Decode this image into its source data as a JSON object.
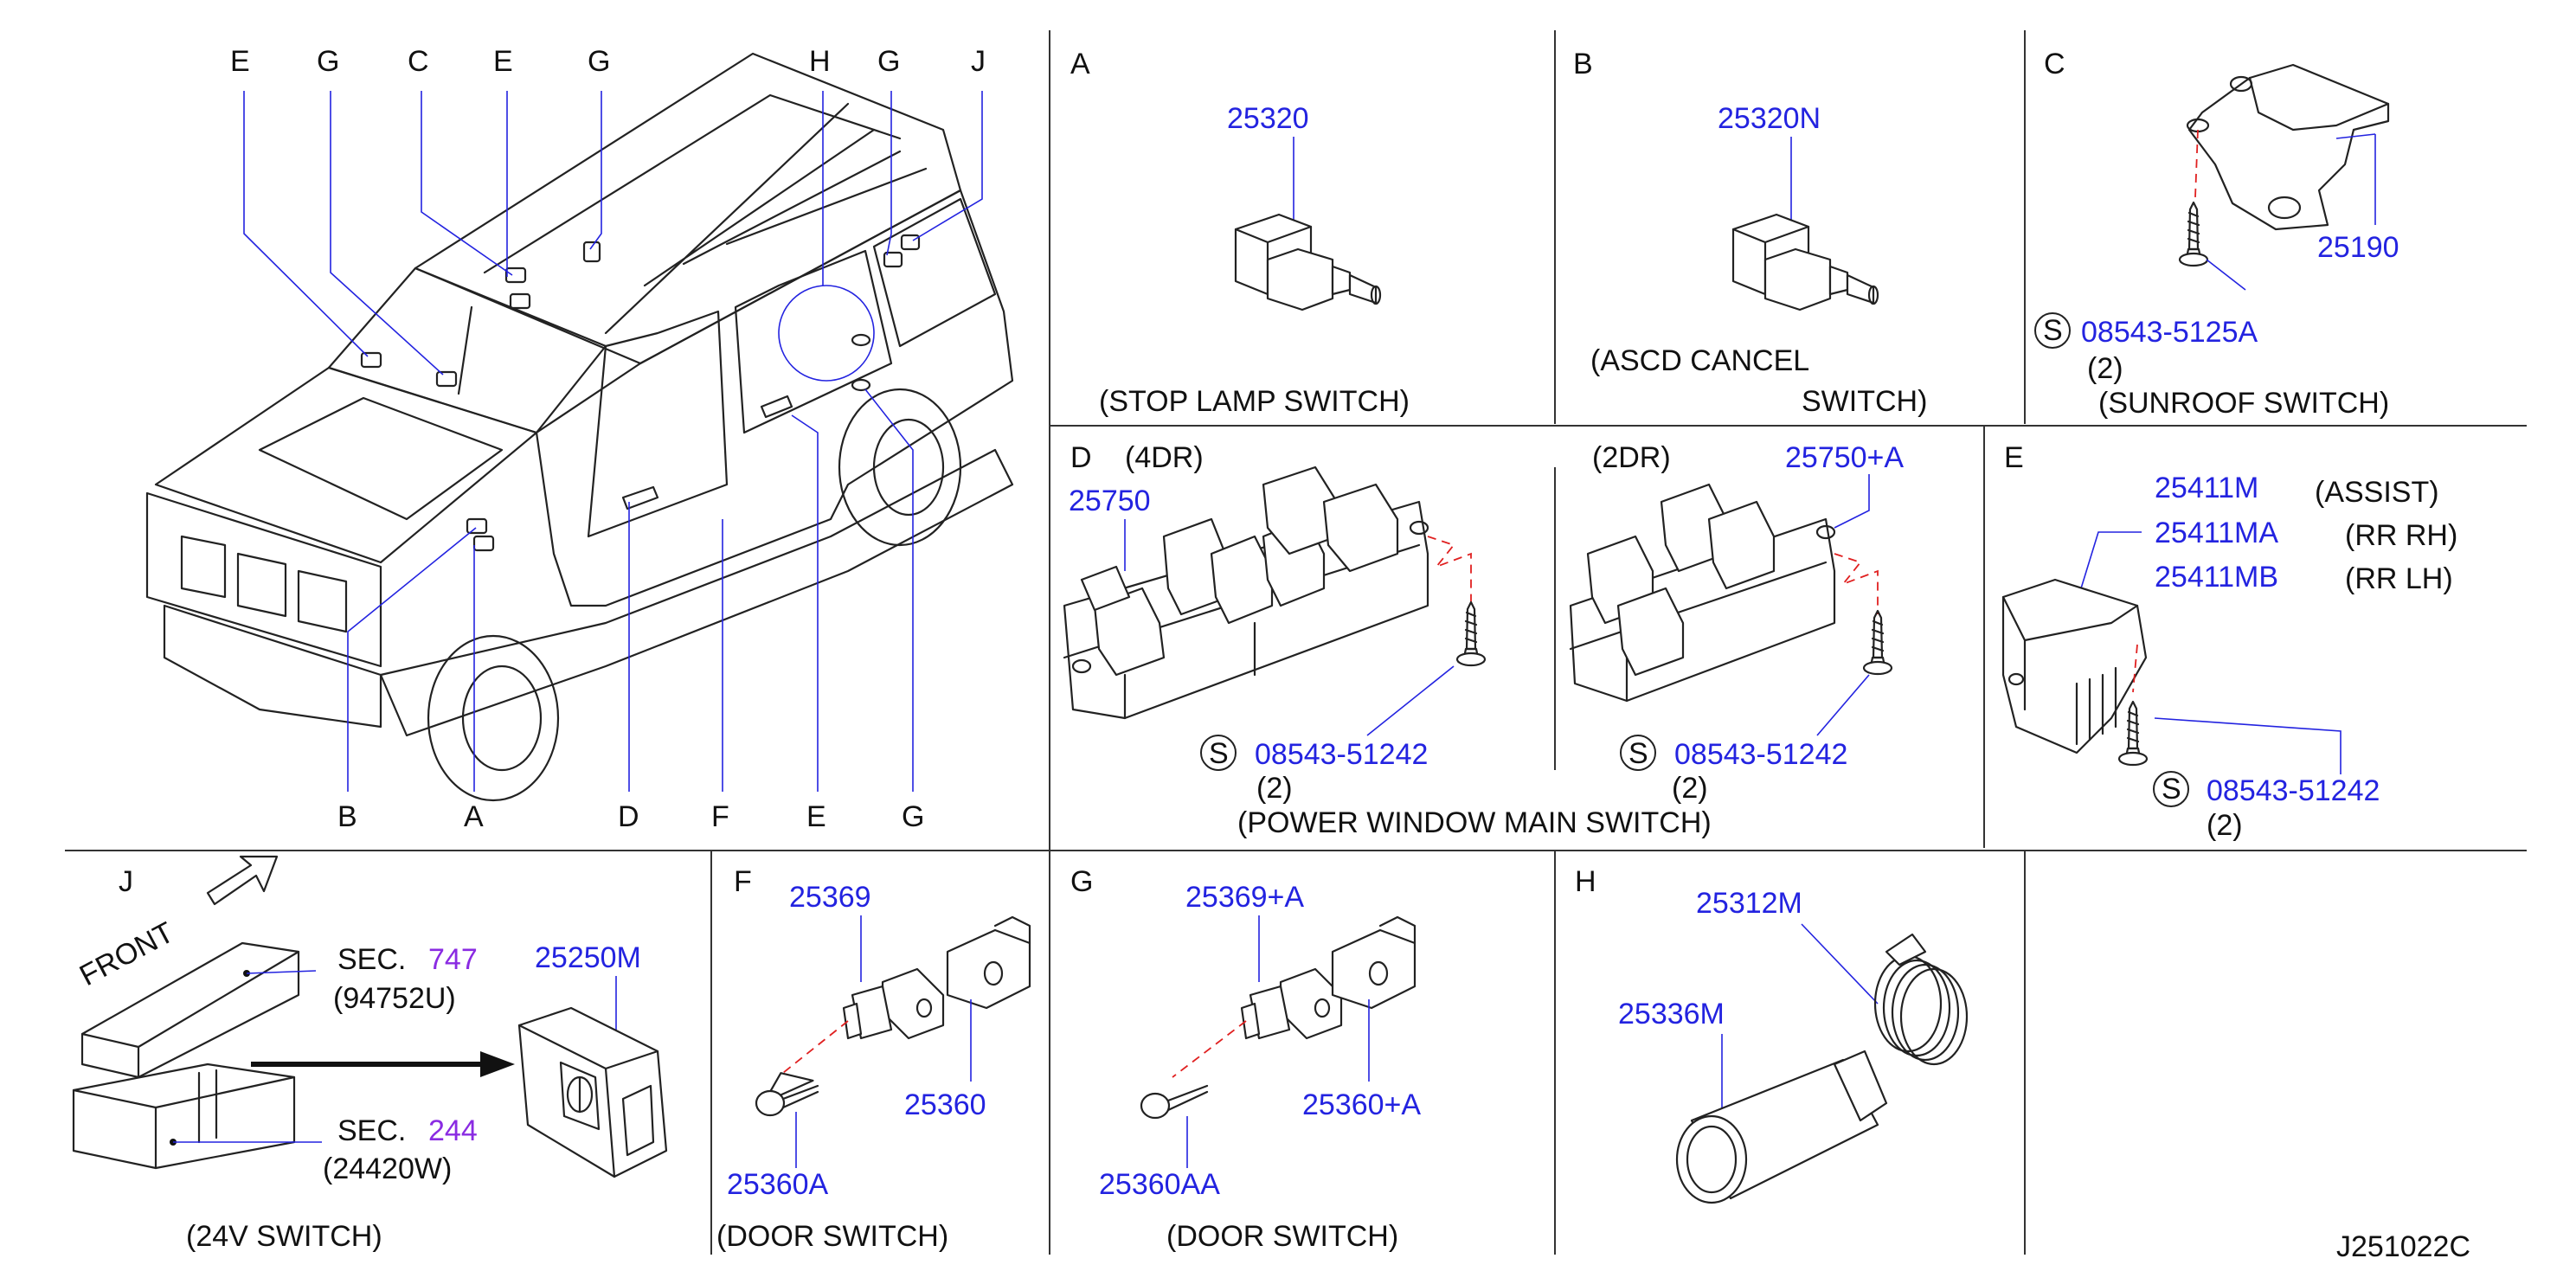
{
  "diagram_code": "J251022C",
  "panel_letters": {
    "A": "A",
    "B": "B",
    "C": "C",
    "D": "D",
    "E": "E",
    "F": "F",
    "G": "G",
    "H": "H",
    "J": "J"
  },
  "vehicle_callouts": {
    "top": [
      "E",
      "G",
      "C",
      "E",
      "G",
      "H",
      "G",
      "J"
    ],
    "bottom": [
      "B",
      "A",
      "D",
      "F",
      "E",
      "G"
    ]
  },
  "panels": {
    "A": {
      "part": "25320",
      "caption": "(STOP   LAMP   SWITCH)"
    },
    "B": {
      "part": "25320N",
      "caption_line1": "(ASCD   CANCEL",
      "caption_line2": "SWITCH)"
    },
    "C": {
      "part_bracket": "25190",
      "screw_part": "08543-5125A",
      "screw_qty": "(2)",
      "caption": "(SUNROOF   SWITCH)",
      "s_mark": "S"
    },
    "D": {
      "variant_4dr": "(4DR)",
      "variant_2dr": "(2DR)",
      "part_4dr": "25750",
      "part_2dr": "25750+A",
      "screw_part": "08543-51242",
      "screw_qty": "(2)",
      "s_mark": "S",
      "caption": "(POWER   WINDOW   MAIN   SWITCH)"
    },
    "E": {
      "parts": [
        {
          "number": "25411M",
          "desc": "(ASSIST)"
        },
        {
          "number": "25411MA",
          "desc": "(RR   RH)"
        },
        {
          "number": "25411MB",
          "desc": "(RR   LH)"
        }
      ],
      "screw_part": "08543-51242",
      "screw_qty": "(2)",
      "s_mark": "S"
    },
    "J": {
      "front_label": "FRONT",
      "sec1_prefix": "SEC.",
      "sec1_number": "747",
      "sec1_part": "(94752U)",
      "sec2_prefix": "SEC.",
      "sec2_number": "244",
      "sec2_part": "(24420W)",
      "part": "25250M",
      "caption": "(24V   SWITCH)"
    },
    "F": {
      "part_switch": "25369",
      "part_bracket": "25360",
      "part_screw": "25360A",
      "caption": "(DOOR   SWITCH)"
    },
    "G": {
      "part_switch": "25369+A",
      "part_bracket": "25360+A",
      "part_screw": "25360AA",
      "caption": "(DOOR   SWITCH)"
    },
    "H": {
      "part_ring": "25312M",
      "part_socket": "25336M"
    }
  },
  "colors": {
    "part_number": "#2323e0",
    "section_ref": "#8a2be2",
    "leader": "#2323e0",
    "dashed_axis": "#e02020"
  }
}
